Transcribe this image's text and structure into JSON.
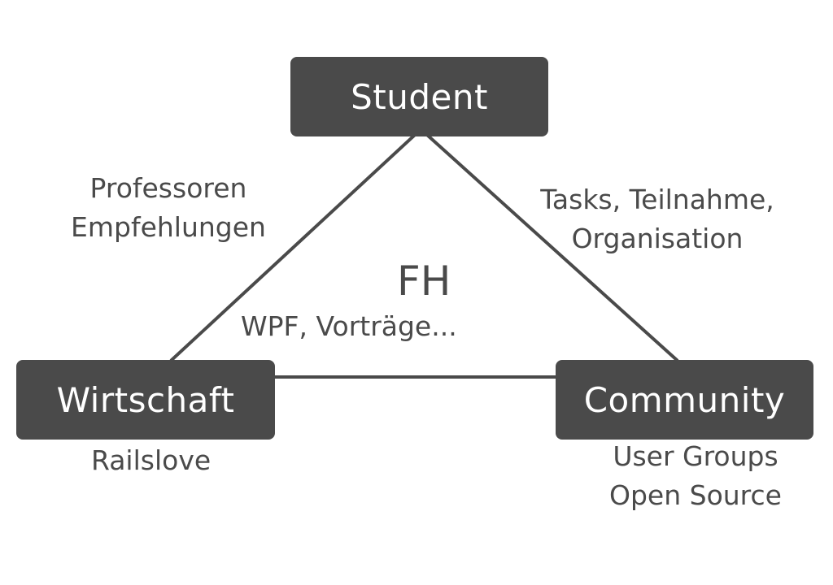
{
  "nodes": {
    "top": "Student",
    "left": "Wirtschaft",
    "right": "Community"
  },
  "center": {
    "title": "FH",
    "subtitle": "WPF, Vorträge..."
  },
  "edge_labels": {
    "student_wirtschaft": [
      "Professoren",
      "Empfehlungen"
    ],
    "student_community": [
      "Tasks, Teilnahme,",
      "Organisation"
    ]
  },
  "node_labels": {
    "wirtschaft": [
      "Railslove"
    ],
    "community": [
      "User Groups",
      "Open Source"
    ]
  },
  "colors": {
    "node_fill": "#4a4a4a",
    "node_text": "#ffffff",
    "line": "#4a4a4a",
    "text": "#4a4a4a"
  }
}
